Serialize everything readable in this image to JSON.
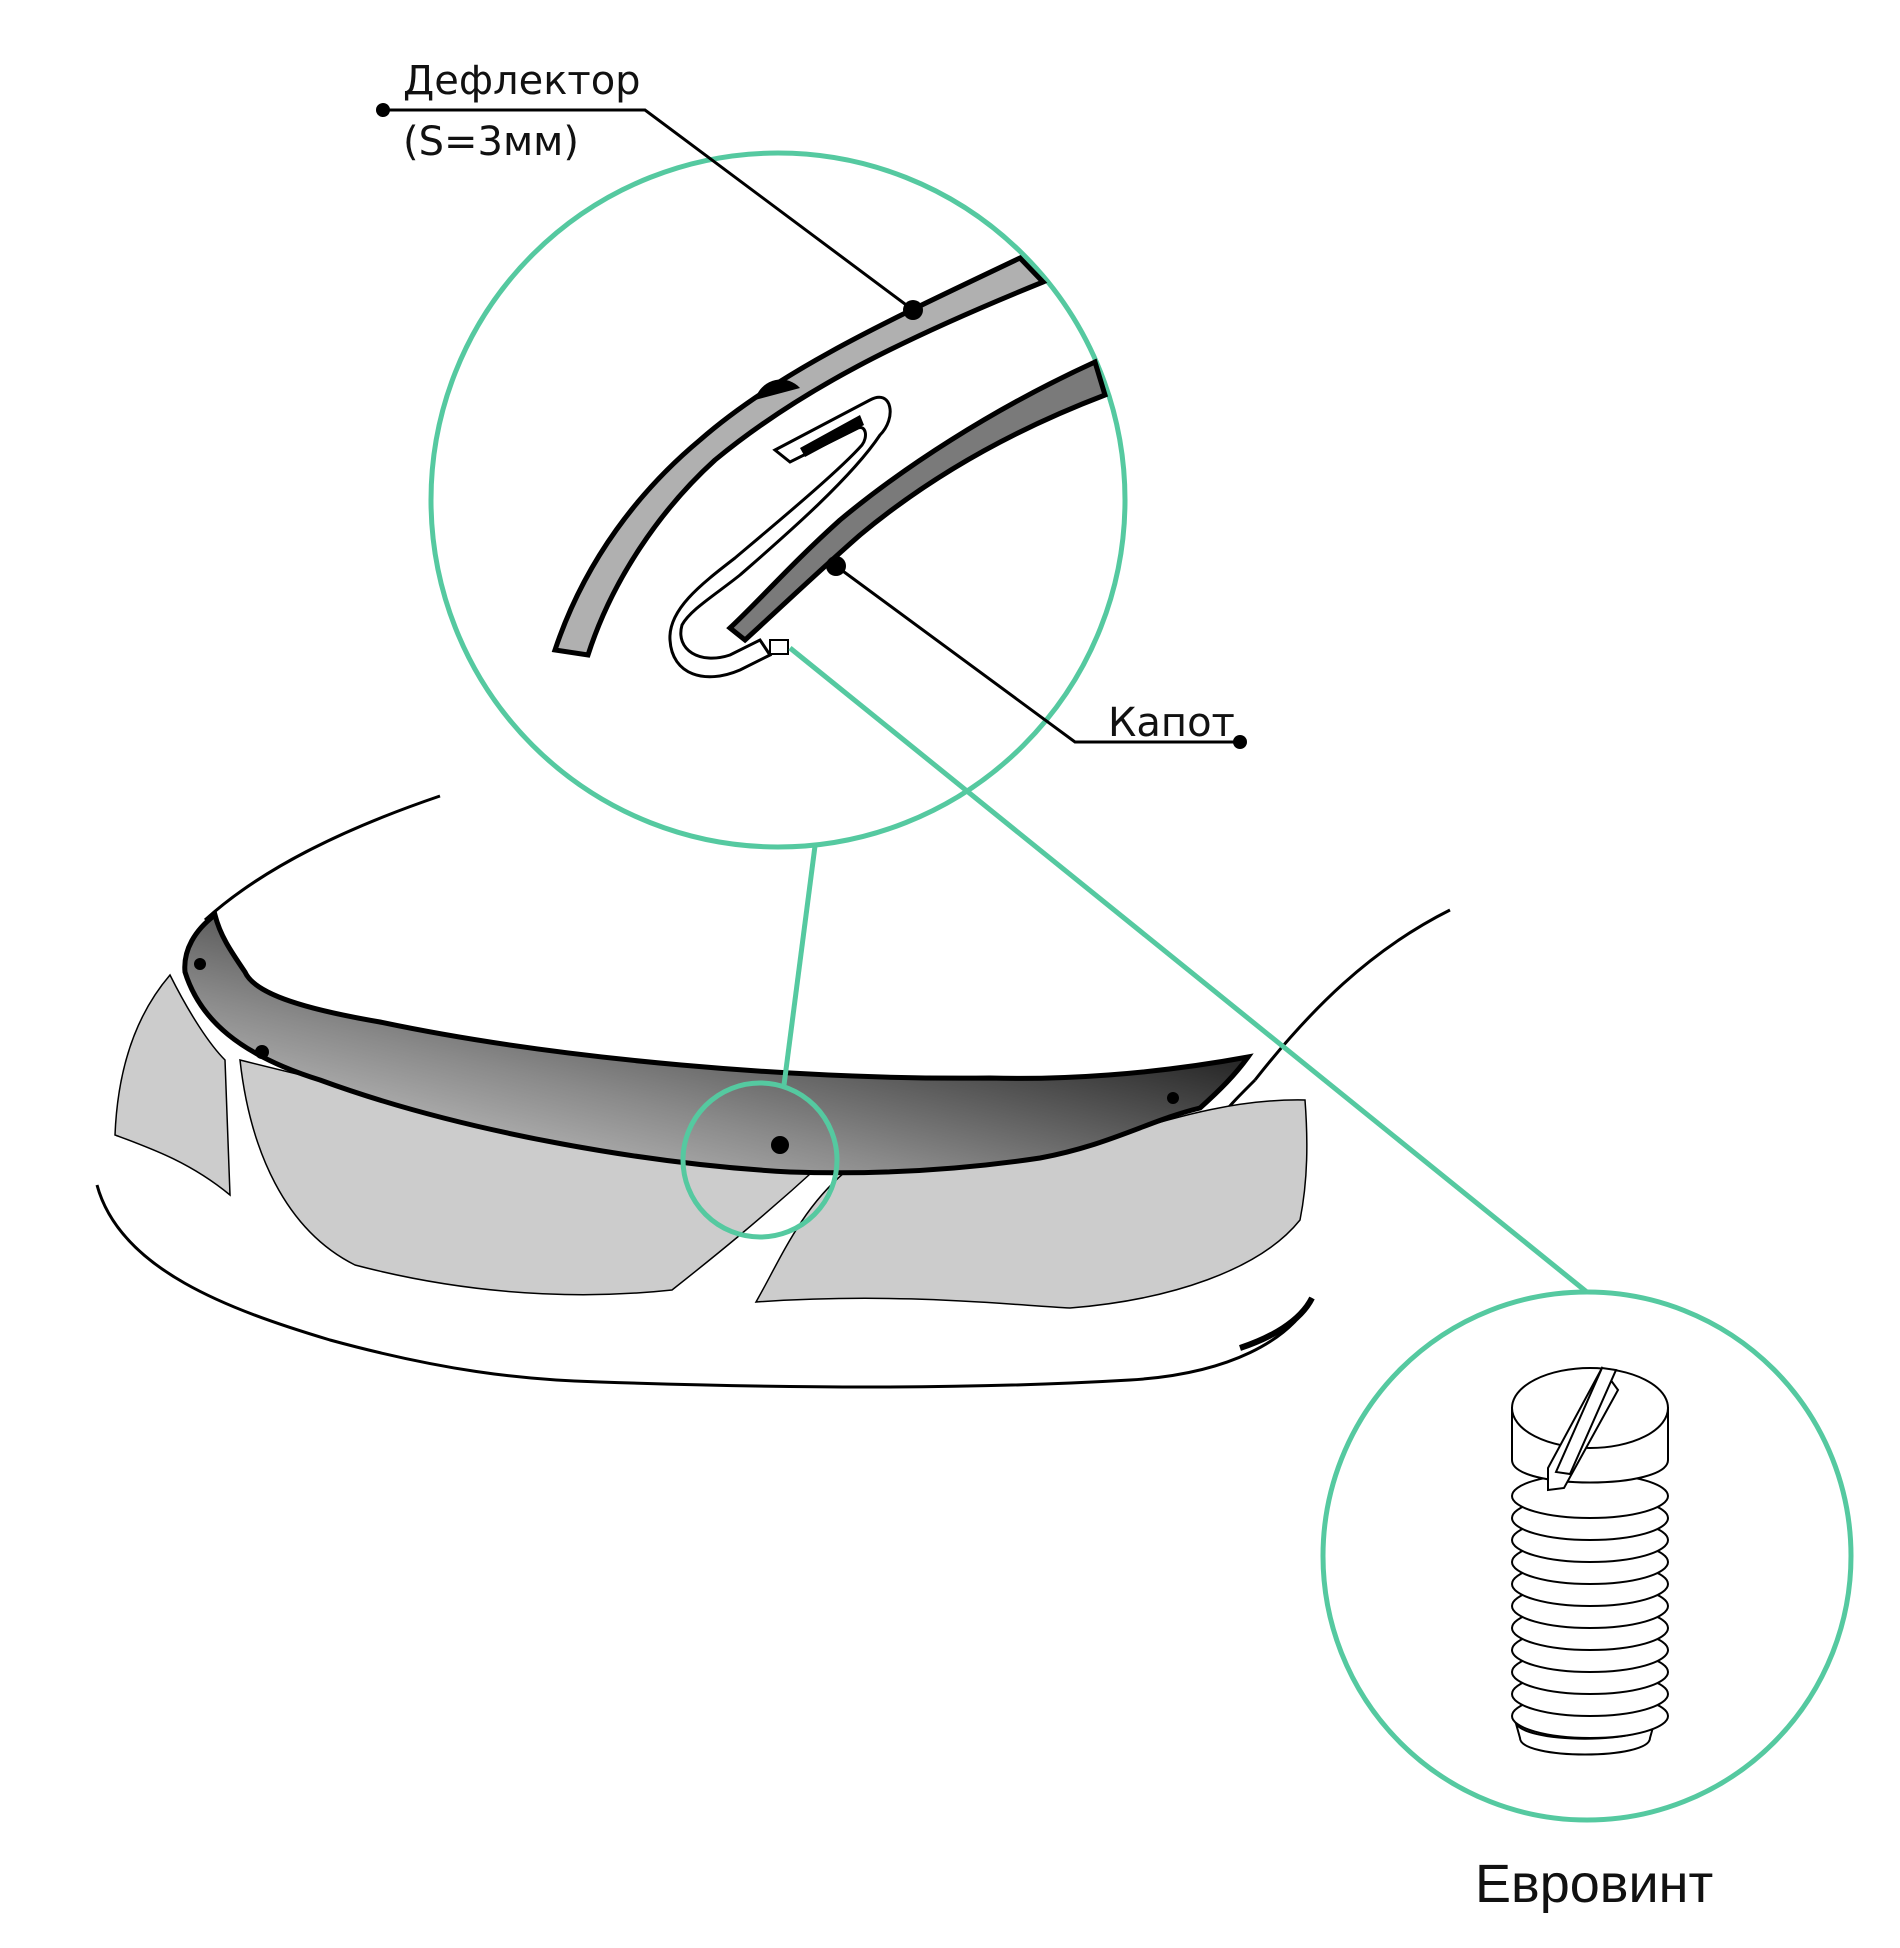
{
  "labels": {
    "deflector_line1": "Дефлектор",
    "deflector_line2": "(S=3мм)",
    "hood": "Капот",
    "screw": "Евровинт"
  },
  "colors": {
    "accent": "#55c9a0",
    "stroke": "#000000",
    "light_gray": "#cccccc",
    "mid_gray": "#b0b0b0",
    "dark_gray": "#7a7a7a"
  },
  "icons": {
    "screw": "slotted-screw-icon"
  }
}
